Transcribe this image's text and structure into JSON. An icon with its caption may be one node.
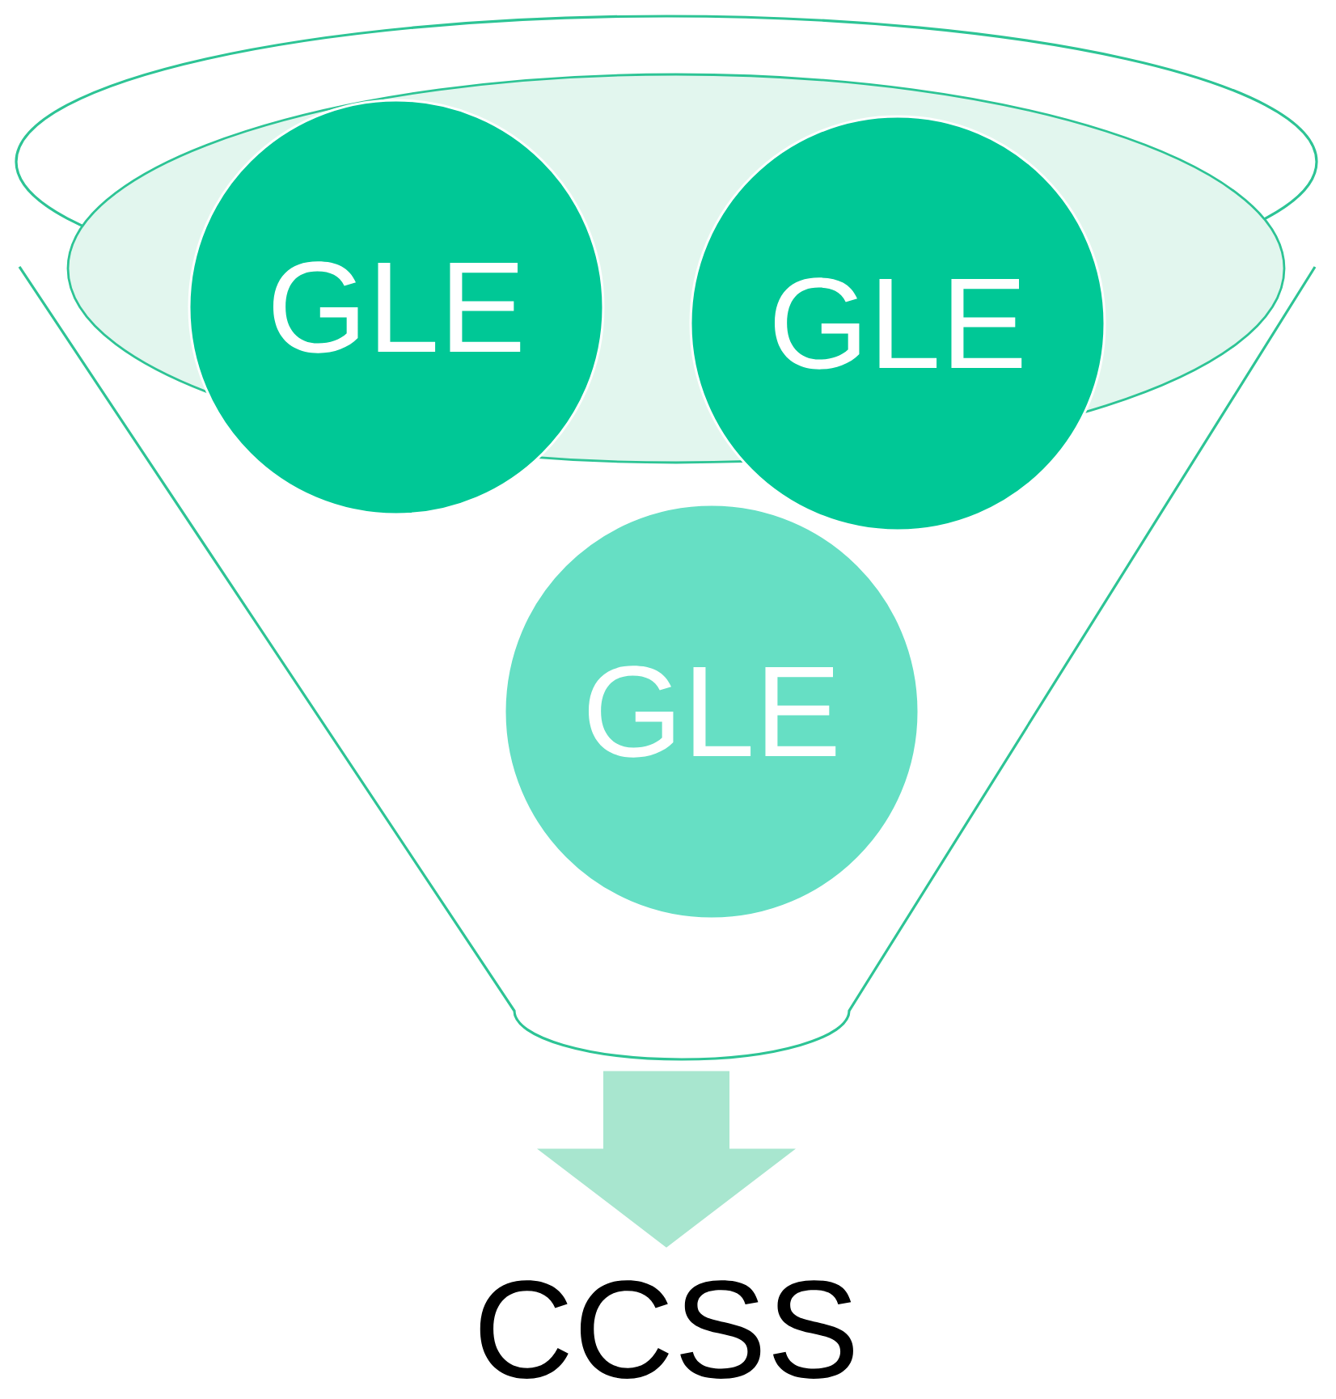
{
  "diagram": {
    "nodes": [
      {
        "text": [],
        "shape": "funnel"
      },
      {
        "text": [
          "GLE"
        ],
        "in": 0
      },
      {
        "text": [
          "GLE"
        ],
        "in": 0
      },
      {
        "text": [
          "GLE"
        ],
        "in": 0
      },
      {
        "text": [
          "CCSS"
        ]
      }
    ],
    "edges": [
      {
        "from": 0,
        "to": 4,
        "arrow": "to"
      }
    ]
  }
}
